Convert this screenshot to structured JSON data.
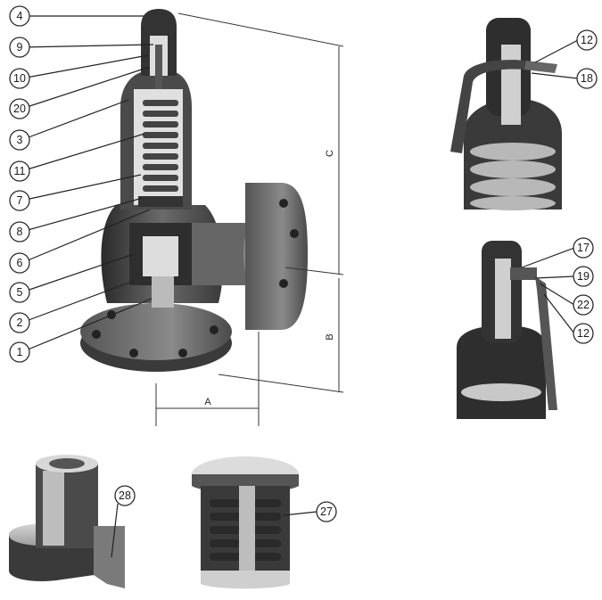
{
  "main_view": {
    "callouts": [
      "4",
      "9",
      "10",
      "20",
      "3",
      "11",
      "7",
      "8",
      "6",
      "5",
      "2",
      "1"
    ],
    "dimensions": {
      "a": "A",
      "b": "B",
      "c": "C"
    }
  },
  "detail_lever_top": {
    "callouts": [
      "12",
      "18"
    ]
  },
  "detail_lever_side": {
    "callouts": [
      "17",
      "19",
      "22",
      "12"
    ]
  },
  "detail_insert_left": {
    "callouts": [
      "28"
    ]
  },
  "detail_insert_right": {
    "callouts": [
      "27"
    ]
  },
  "colors": {
    "metal_dark": "#2b2b2b",
    "metal_mid": "#5a5a5a",
    "metal_light": "#9a9a9a",
    "cut_face": "#c8c8c8"
  }
}
